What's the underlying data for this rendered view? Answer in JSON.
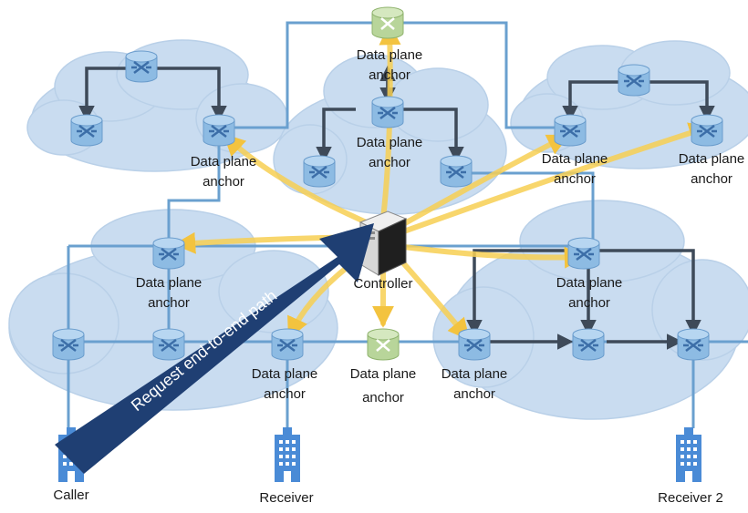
{
  "diagram": {
    "anchor_label_line1": "Data plane",
    "anchor_label_line2": "anchor",
    "controller_label": "Controller",
    "request_arrow_label": "Request end-to-end path",
    "endpoints": {
      "caller": "Caller",
      "receiver": "Receiver",
      "receiver2": "Receiver 2"
    }
  },
  "colors": {
    "cloud_fill": "#c9dcf0",
    "cloud_stroke": "#b5cde6",
    "link_blue": "#6aa0cf",
    "router_blue": "#7fb0dc",
    "path_dark": "#3e4a59",
    "control_yellow": "#f7cf52",
    "arrow_navy": "#1f3f73",
    "anchor_green": "#a8c98a",
    "building_blue": "#4a8bd6"
  }
}
